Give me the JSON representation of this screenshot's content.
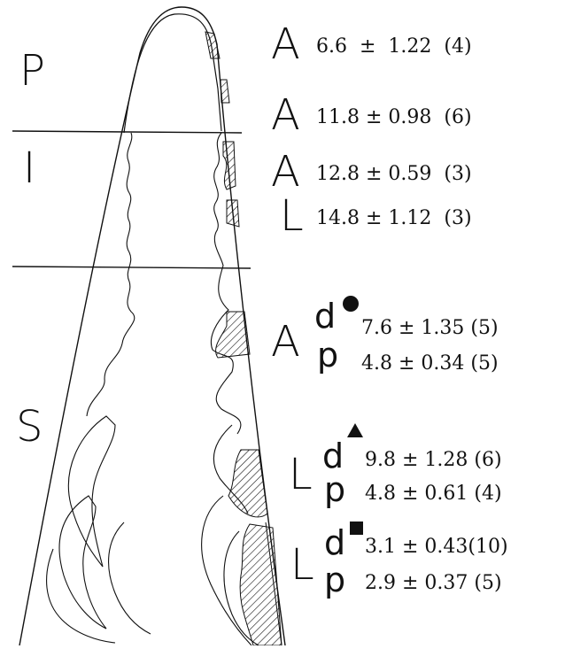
{
  "colors": {
    "ink": "#111111",
    "background": "#ffffff"
  },
  "zones": [
    "P",
    "I",
    "S"
  ],
  "measurements": [
    {
      "stage": "A",
      "part": "",
      "marker": "",
      "value": "6.6",
      "sd": "1.22",
      "n": "(4)"
    },
    {
      "stage": "A",
      "part": "",
      "marker": "",
      "value": "11.8",
      "sd": "0.98",
      "n": "(6)"
    },
    {
      "stage": "A",
      "part": "",
      "marker": "",
      "value": "12.8",
      "sd": "0.59",
      "n": "(3)"
    },
    {
      "stage": "L",
      "part": "",
      "marker": "",
      "value": "14.8",
      "sd": "1.12",
      "n": "(3)"
    },
    {
      "stage": "A",
      "part": "d",
      "marker": "circle",
      "value": "7.6",
      "sd": "1.35",
      "n": "(5)"
    },
    {
      "stage": "",
      "part": "p",
      "marker": "",
      "value": "4.8",
      "sd": "0.34",
      "n": "(5)"
    },
    {
      "stage": "L",
      "part": "d",
      "marker": "triangle",
      "value": "9.8",
      "sd": "1.28",
      "n": "(6)"
    },
    {
      "stage": "",
      "part": "p",
      "marker": "",
      "value": "4.8",
      "sd": "0.61",
      "n": "(4)"
    },
    {
      "stage": "L",
      "part": "d",
      "marker": "square",
      "value": "3.1",
      "sd": "0.43",
      "n": "(10)"
    },
    {
      "stage": "",
      "part": "p",
      "marker": "",
      "value": "2.9",
      "sd": "0.37",
      "n": "(5)"
    }
  ]
}
